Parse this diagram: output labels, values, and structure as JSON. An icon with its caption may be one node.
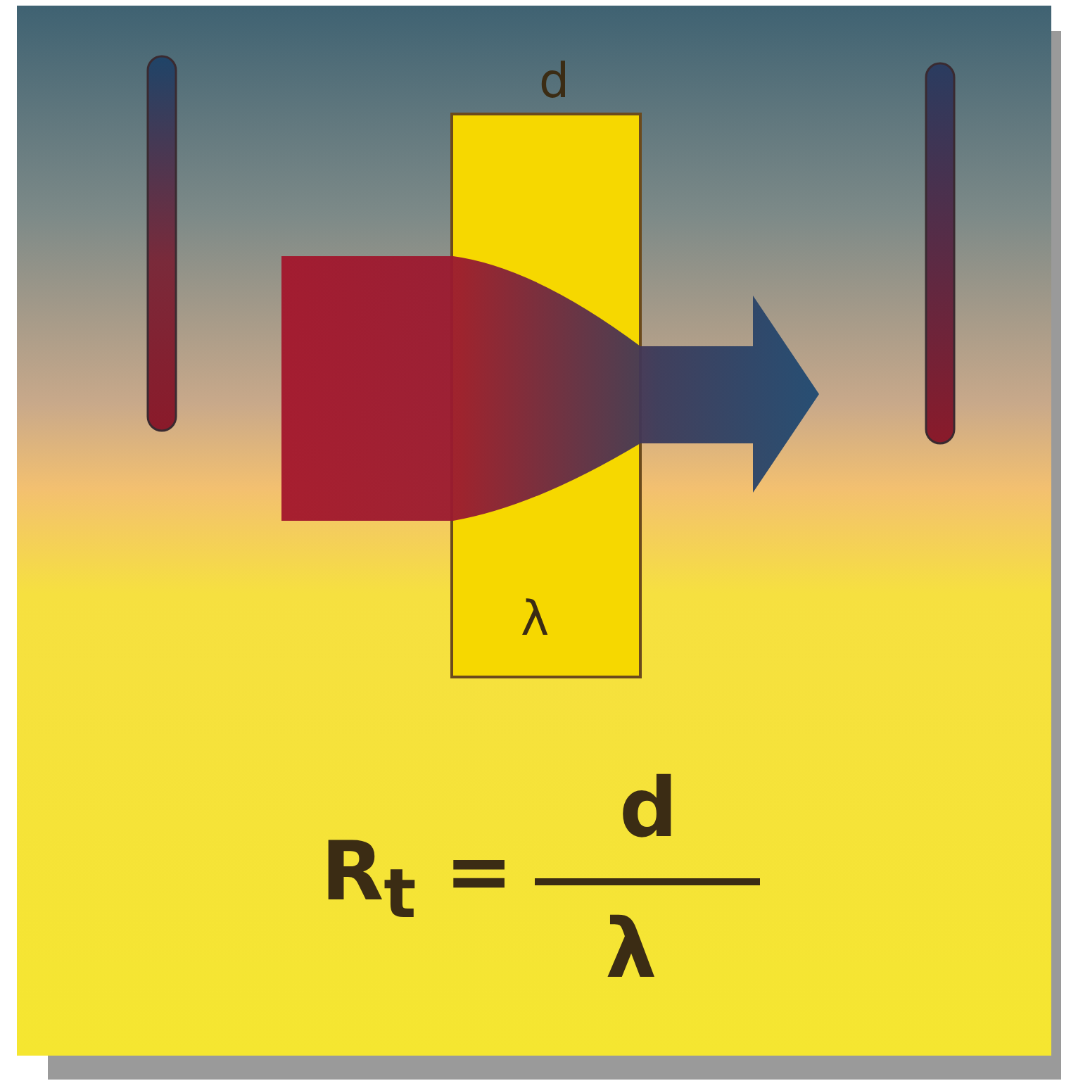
{
  "diagram": {
    "nodes": [
      {
        "text": [
          "d",
          "λ"
        ]
      }
    ],
    "labels": [
      "R$_{t}$ =",
      "d",
      "λ"
    ]
  }
}
